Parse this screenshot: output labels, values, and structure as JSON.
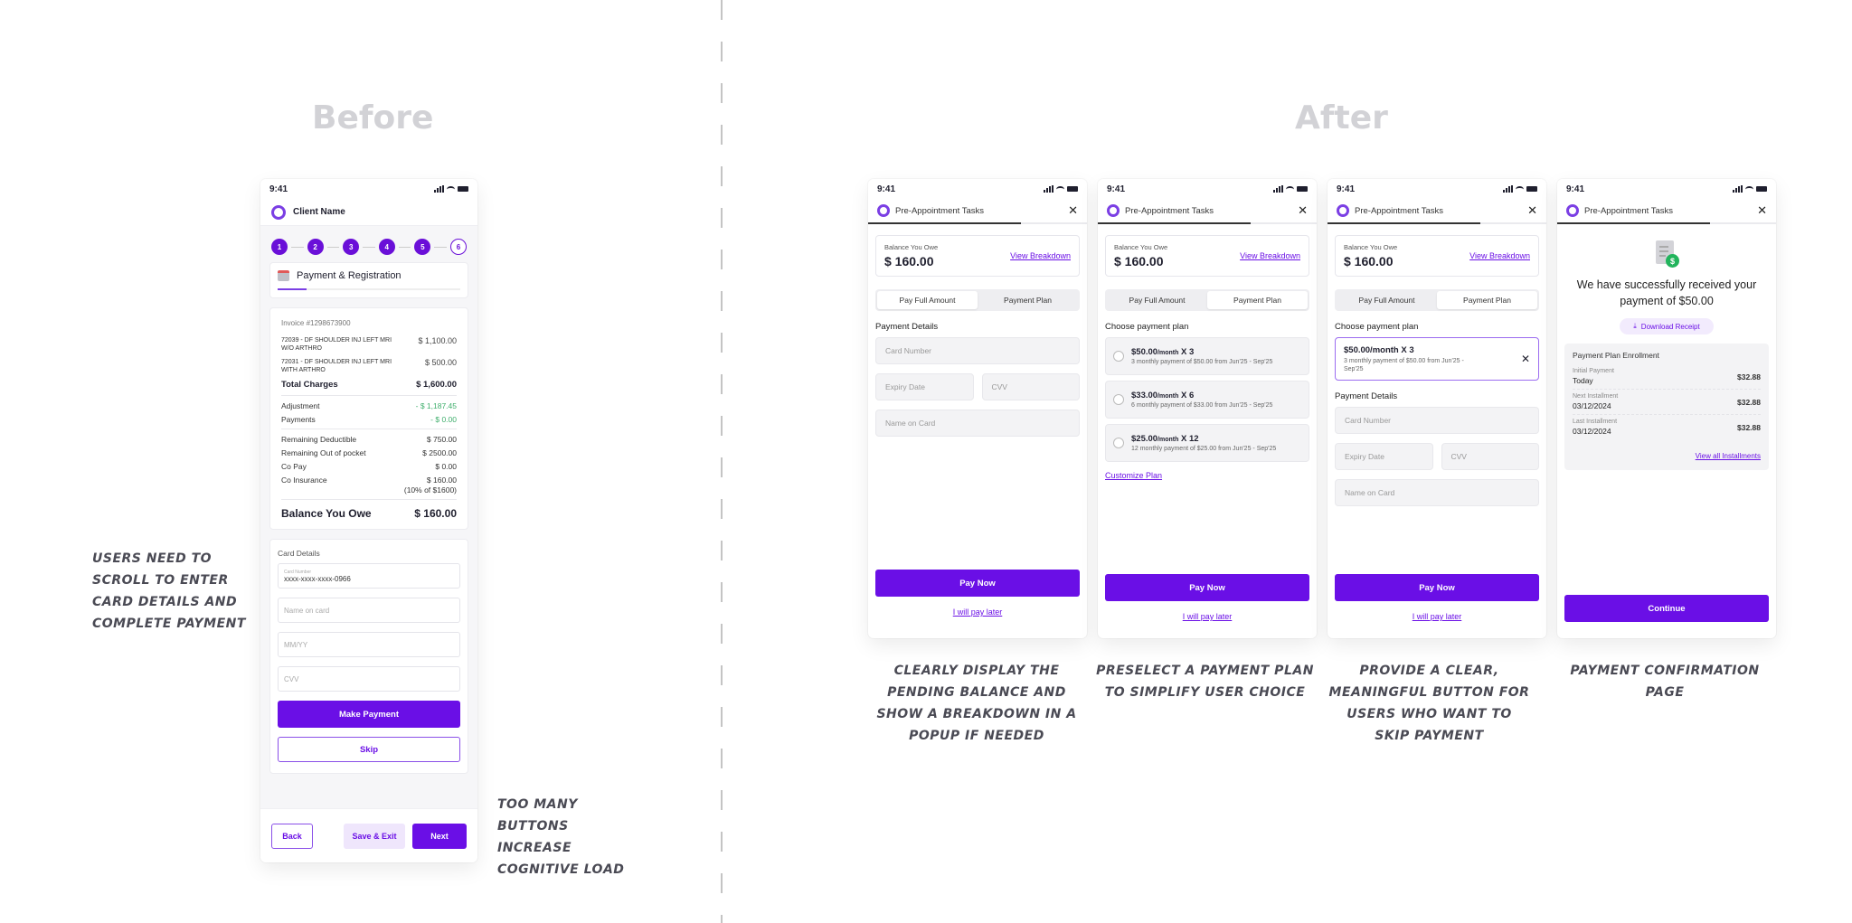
{
  "headings": {
    "before": "Before",
    "after": "After"
  },
  "notes": {
    "before_scroll": "Users need to scroll to enter card details and complete payment",
    "before_buttons": "Too many buttons increase cognitive load",
    "after_1": "Clearly display the pending balance and show a breakdown in a popup if needed",
    "after_2": "Preselect a payment plan to simplify user choice",
    "after_3": "Provide a clear, meaningful button for users who want to skip payment",
    "after_4": "Payment confirmation page"
  },
  "colors": {
    "primary": "#6a0fe6",
    "accent_ring": "#7b3fe4",
    "green": "#3fae6c",
    "heading": "#d2d2d6"
  },
  "status_bar": {
    "time": "9:41"
  },
  "before": {
    "client_name": "Client Name",
    "steps": [
      "1",
      "2",
      "3",
      "4",
      "5",
      "6"
    ],
    "section_title": "Payment & Registration",
    "invoice": {
      "number": "Invoice #1298673900",
      "items": [
        {
          "desc": "72039 - DF SHOULDER INJ LEFT MRI W/O ARTHRO",
          "amount": "$ 1,100.00"
        },
        {
          "desc": "72031 - DF SHOULDER INJ LEFT MRI WITH ARTHRO",
          "amount": "$ 500.00"
        }
      ],
      "total_label": "Total Charges",
      "total": "$ 1,600.00",
      "adjustment_label": "Adjustment",
      "adjustment": "- $ 1,187.45",
      "payments_label": "Payments",
      "payments": "- $ 0.00",
      "deductible_label": "Remaining Deductible",
      "deductible": "$ 750.00",
      "oop_label": "Remaining Out of pocket",
      "oop": "$ 2500.00",
      "copay_label": "Co Pay",
      "copay": "$ 0.00",
      "coins_label": "Co Insurance",
      "coins": "$ 160.00",
      "coins_note": "(10% of $1600)",
      "balance_label": "Balance You Owe",
      "balance": "$ 160.00"
    },
    "card_details": {
      "label": "Card Details",
      "card_number_label": "Card Number",
      "card_number_value": "xxxx-xxxx-xxxx-0966",
      "name_placeholder": "Name on card",
      "expiry_placeholder": "MM/YY",
      "cvv_placeholder": "CVV"
    },
    "make_payment": "Make Payment",
    "skip": "Skip",
    "footer": {
      "back": "Back",
      "save_exit": "Save & Exit",
      "next": "Next"
    }
  },
  "after": {
    "header_title": "Pre-Appointment Tasks",
    "close": "✕",
    "balance_label": "Balance You Owe",
    "balance": "$ 160.00",
    "view_breakdown": "View Breakdown",
    "tabs": [
      "Pay Full Amount",
      "Payment Plan"
    ],
    "payment_details": "Payment Details",
    "choose_plan": "Choose payment plan",
    "placeholders": {
      "card_number": "Card Number",
      "expiry": "Expiry Date",
      "cvv": "CVV",
      "name": "Name on Card"
    },
    "plans": [
      {
        "price": "$50.00",
        "unit": "/month",
        "count": "X 3",
        "desc": "3 monthly payment of $50.00 from Jun'25 - Sep'25"
      },
      {
        "price": "$33.00",
        "unit": "/month",
        "count": "X 6",
        "desc": "6 monthly payment of $33.00 from Jun'25 - Sep'25"
      },
      {
        "price": "$25.00",
        "unit": "/month",
        "count": "X 12",
        "desc": "12 monthly payment of $25.00 from Jun'25 - Sep'25"
      }
    ],
    "selected_plan": {
      "title": "$50.00/month X 3",
      "desc": "3 monthly payment of $50.00 from Jun'25 - Sep'25"
    },
    "customize_plan": "Customize Plan",
    "pay_now": "Pay Now",
    "pay_later": "I will pay later",
    "confirmation": {
      "message": "We have successfully received your payment of $50.00",
      "download": "Download Receipt",
      "enrollment_title": "Payment Plan Enrollment",
      "rows": [
        {
          "label": "Initial Payment",
          "date": "Today",
          "amount": "$32.88"
        },
        {
          "label": "Next Installment",
          "date": "03/12/2024",
          "amount": "$32.88"
        },
        {
          "label": "Last Installment",
          "date": "03/12/2024",
          "amount": "$32.88"
        }
      ],
      "view_all": "View all Installments",
      "continue": "Continue"
    }
  }
}
